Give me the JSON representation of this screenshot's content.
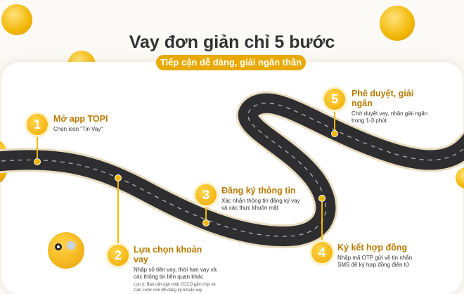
{
  "header": {
    "title": "Vay đơn giản chỉ 5 bước",
    "subtitle": "Tiếp cận dễ dàng, giải ngân thần tốc"
  },
  "colors": {
    "accent": "#e8a900",
    "road": "#2e2e30",
    "heading": "#b77a00"
  },
  "steps": [
    {
      "number": "1",
      "title": "Mở app TOPI",
      "desc": "Chọn icon \"Tin Vay\""
    },
    {
      "number": "2",
      "title": "Lựa chọn khoản vay",
      "desc": "Nhập số tiền vay, thời hạn vay và các thông tin liên quan khác",
      "note": "Lưu ý: Bạn cần cập nhật CCCD gắn chip và Căn cước mới để đăng ký khoản vay"
    },
    {
      "number": "3",
      "title": "Đăng ký thông tin",
      "desc": "Xác nhận thông tin đăng ký vay và xác thực khuôn mặt"
    },
    {
      "number": "4",
      "title": "Ký kết hợp đồng",
      "desc": "Nhập mã OTP gửi về tin nhắn SMS để ký hợp đồng điện tử"
    },
    {
      "number": "5",
      "title": "Phê duyệt, giải ngân",
      "desc": "Chờ duyệt vay, nhận giải ngân trong 1-3 phút"
    }
  ]
}
